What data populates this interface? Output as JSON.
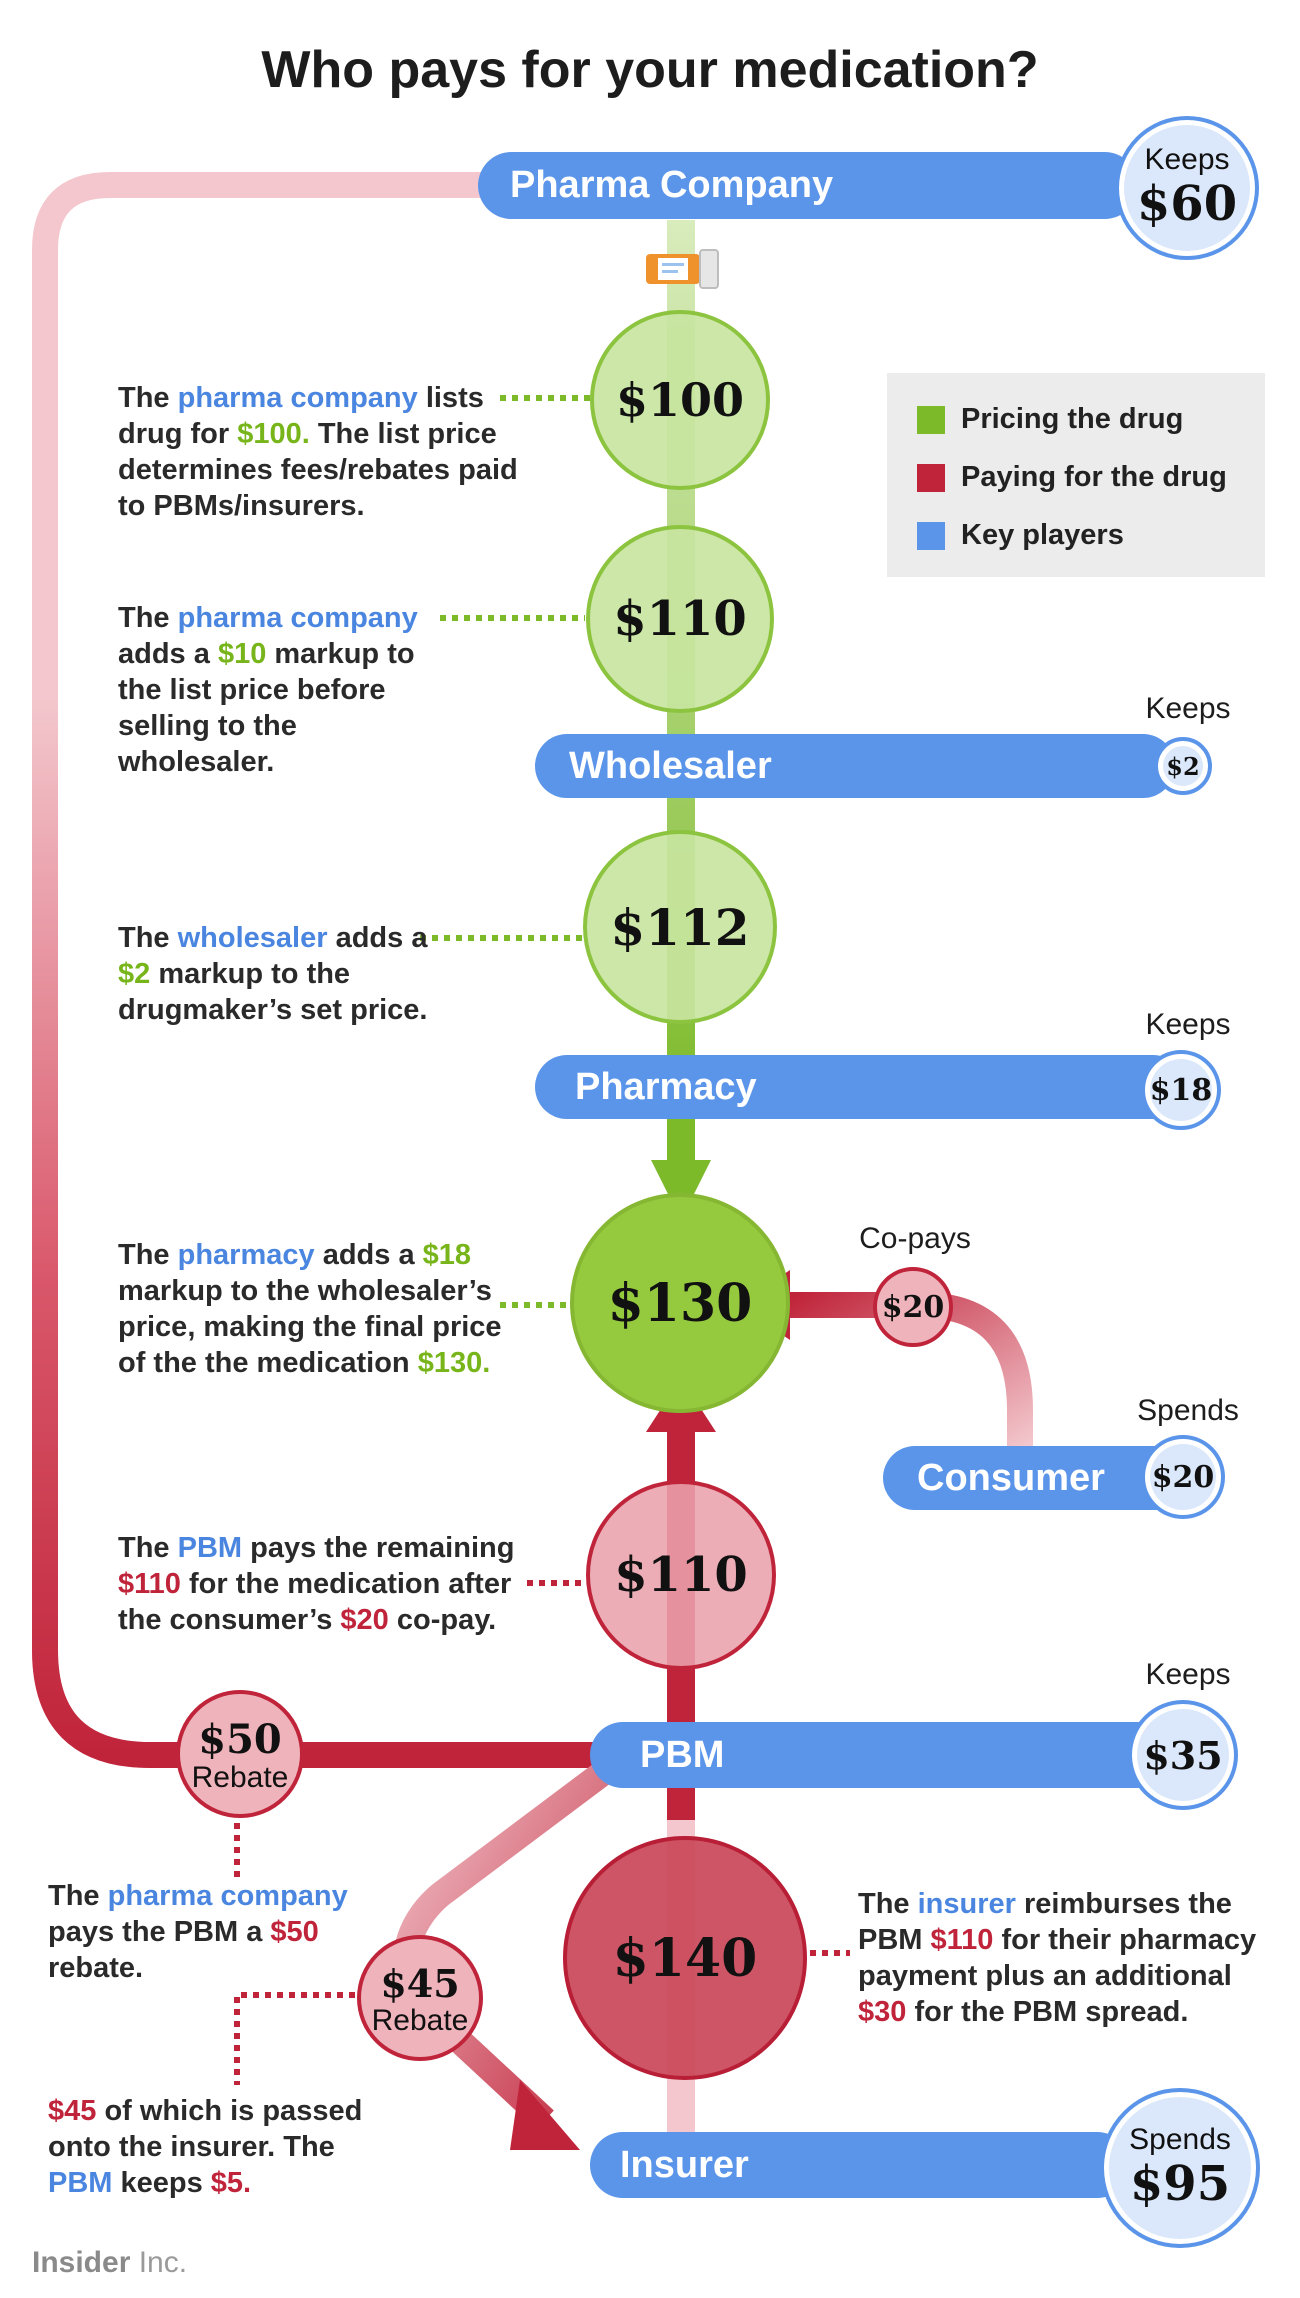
{
  "title": "Who pays for your medication?",
  "legend": [
    {
      "label": "Pricing the drug",
      "color": "#7dba2a"
    },
    {
      "label": "Paying for the drug",
      "color": "#c0243a"
    },
    {
      "label": "Key players",
      "color": "#5b95ea"
    }
  ],
  "players": {
    "pharma": {
      "name": "Pharma Company",
      "keeps_label": "Keeps",
      "keeps_value": "$60"
    },
    "wholesaler": {
      "name": "Wholesaler",
      "keeps_label": "Keeps",
      "keeps_value": "$2"
    },
    "pharmacy": {
      "name": "Pharmacy",
      "keeps_label": "Keeps",
      "keeps_value": "$18"
    },
    "consumer": {
      "name": "Consumer",
      "spends_label": "Spends",
      "spends_value": "$20"
    },
    "pbm": {
      "name": "PBM",
      "keeps_label": "Keeps",
      "keeps_value": "$35"
    },
    "insurer": {
      "name": "Insurer",
      "spends_label": "Spends",
      "spends_value": "$95"
    }
  },
  "prices": {
    "p100": "$100",
    "p110": "$110",
    "p112": "$112",
    "p130": "$130",
    "pay110": "$110",
    "pay140": "$140"
  },
  "copay": {
    "label": "Co-pays",
    "value": "$20"
  },
  "rebate50": {
    "value": "$50",
    "label": "Rebate"
  },
  "rebate45": {
    "value": "$45",
    "label": "Rebate"
  },
  "notes": {
    "n1": {
      "a": "The ",
      "b": "pharma company",
      "c": " lists drug for ",
      "d": "$100.",
      "e": " The list price determines fees/rebates paid to PBMs/insurers."
    },
    "n2": {
      "a": "The ",
      "b": "pharma company",
      "c": " adds a ",
      "d": "$10",
      "e": " markup to the list price before selling to the wholesaler."
    },
    "n3": {
      "a": "The ",
      "b": "wholesaler",
      "c": " adds a ",
      "d": "$2",
      "e": " markup to the drugmaker’s set price."
    },
    "n4": {
      "a": "The ",
      "b": "pharmacy",
      "c": " adds a ",
      "d": "$18",
      "e": " markup to the wholesaler’s price, making the final price of the the medication ",
      "f": "$130."
    },
    "n5": {
      "a": "The ",
      "b": "PBM",
      "c": " pays the remaining ",
      "d": "$110",
      "e": " for the medication after the consumer’s ",
      "f": "$20",
      "g": " co-pay."
    },
    "n6": {
      "a": "The ",
      "b": "pharma company",
      "c": " pays the PBM a ",
      "d": "$50",
      "e": " rebate."
    },
    "n7": {
      "a": "$45",
      "b": " of which is passed onto the insurer. The ",
      "c": "PBM",
      "d": " keeps ",
      "e": "$5."
    },
    "n8": {
      "a": "The ",
      "b": "insurer",
      "c": " reimburses the PBM ",
      "d": "$110",
      "e": " for their pharmacy payment plus an additional ",
      "f": "$30",
      "g": " for the PBM spread."
    }
  },
  "footer": {
    "brand": "Insider",
    "suffix": " Inc."
  }
}
